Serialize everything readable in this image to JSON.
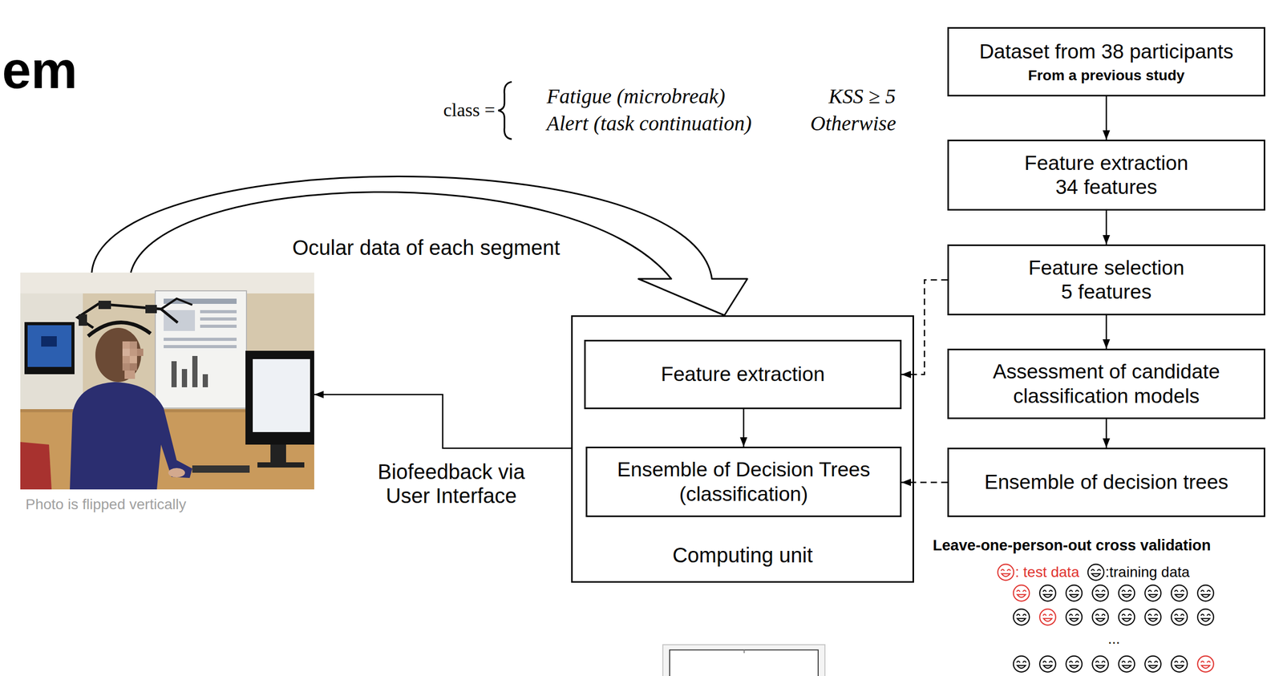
{
  "diagram": {
    "title": "em",
    "nodes": [
      {
        "text": [
          "Photo is flipped vertically"
        ]
      },
      {
        "text": [
          "Computing unit"
        ]
      },
      {
        "text": [
          "Feature extraction"
        ],
        "in": 1
      },
      {
        "text": [
          "Ensemble of Decision Trees (classification)"
        ],
        "in": 1
      },
      {
        "text": [
          "Dataset from 38 participants",
          "From a previous study"
        ]
      },
      {
        "text": [
          "Feature extraction",
          "34 features"
        ]
      },
      {
        "text": [
          "Feature selection",
          "5 features"
        ]
      },
      {
        "text": [
          "Assessment of candidate classification models"
        ]
      },
      {
        "text": [
          "Ensemble of decision trees"
        ]
      }
    ],
    "edges": [
      {
        "from": 0,
        "to": 1,
        "label": "Ocular data of each segment",
        "arrow": "to"
      },
      {
        "from": 1,
        "to": 0,
        "label": "Biofeedback via User Interface",
        "arrow": "to"
      },
      {
        "from": 2,
        "to": 3,
        "arrow": "to"
      },
      {
        "from": 4,
        "to": 5,
        "arrow": "to"
      },
      {
        "from": 5,
        "to": 6,
        "arrow": "to"
      },
      {
        "from": 6,
        "to": 7,
        "arrow": "to"
      },
      {
        "from": 7,
        "to": 8,
        "arrow": "to"
      },
      {
        "from": 6,
        "to": 2,
        "arrow": "to"
      },
      {
        "from": 8,
        "to": 3,
        "arrow": "to"
      }
    ],
    "labels": [
      "class =",
      "Fatigue (microbreak)",
      "KSS ≥ 5",
      "Alert (task continuation)",
      "Otherwise",
      "Leave-one-person-out cross validation",
      "..."
    ],
    "legend": [
      {
        "text": ": test data"
      },
      {
        "text": ":training data"
      }
    ]
  }
}
